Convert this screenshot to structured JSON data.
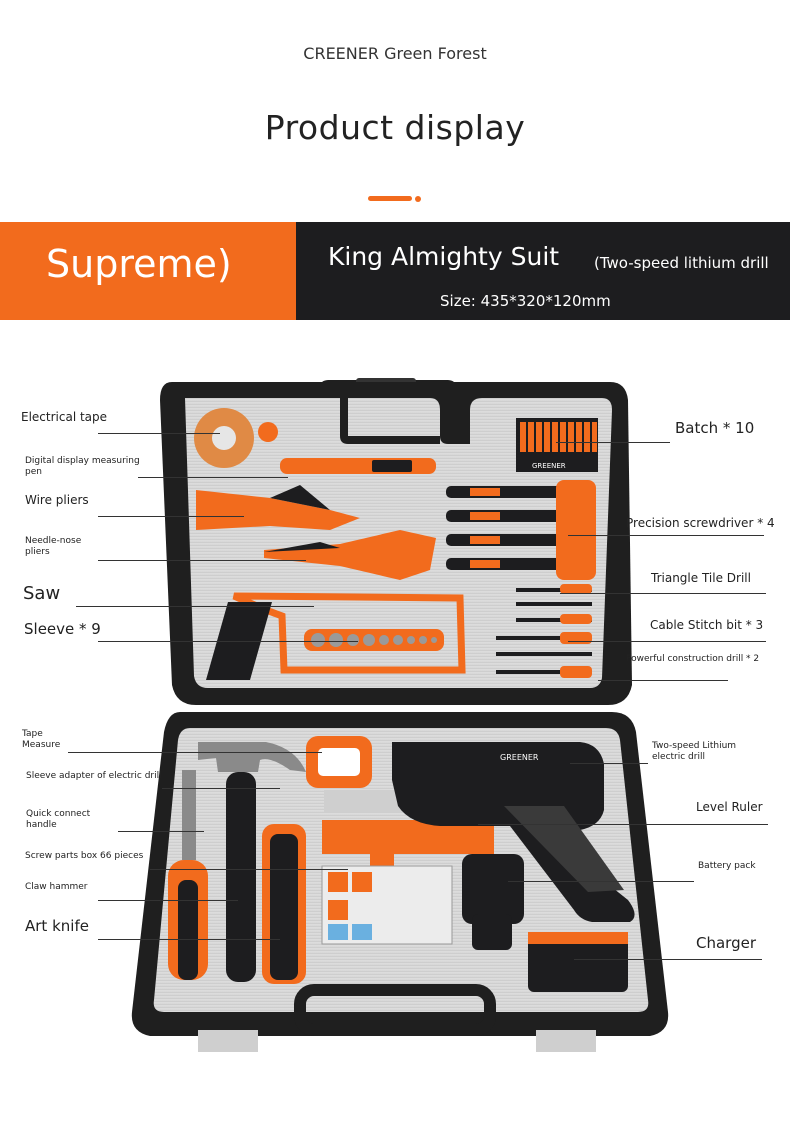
{
  "header": {
    "brand": "CREENER Green Forest",
    "title": "Product display"
  },
  "banner": {
    "tier": "Supreme)",
    "suit_title": "King Almighty Suit",
    "suit_subtitle": "(Two-speed lithium drill",
    "size": "Size: 435*320*120mm"
  },
  "labels": {
    "electrical_tape": "Electrical tape",
    "measuring_pen": "Digital display measuring pen",
    "wire_pliers": "Wire pliers",
    "needle_nose": "Needle-nose pliers",
    "saw": "Saw",
    "sleeve": "Sleeve * 9",
    "batch": "Batch * 10",
    "precision_screwdriver": "Precision screwdriver * 4",
    "triangle_drill": "Triangle Tile Drill",
    "cable_bit": "Cable Stitch bit * 3",
    "construction_drill": "Powerful construction drill * 2",
    "tape_measure": "Tape Measure",
    "sleeve_adapter": "Sleeve adapter of electric drill",
    "quick_connect": "Quick connect handle",
    "screw_box": "Screw parts box 66 pieces",
    "claw_hammer": "Claw hammer",
    "art_knife": "Art knife",
    "lithium_drill": "Two-speed Lithium electric drill",
    "level_ruler": "Level Ruler",
    "battery_pack": "Battery pack",
    "charger": "Charger"
  },
  "product_text": {
    "bit_case_brand": "GREENER",
    "drill_brand": "GREENER"
  },
  "colors": {
    "accent": "#f26b1d",
    "dark": "#1d1d1f",
    "case_black": "#1f1f1f",
    "tray_silver": "#d9d9d9"
  }
}
